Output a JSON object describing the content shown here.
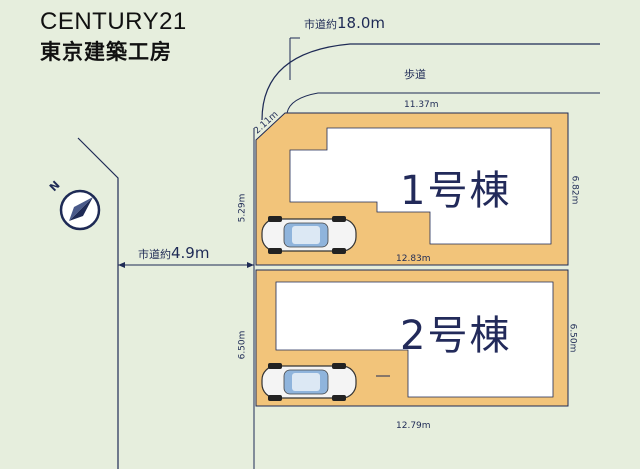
{
  "brand": {
    "line1": "CENTURY21",
    "line2": "東京建築工房"
  },
  "roads": {
    "north": {
      "prefix": "市道約",
      "value": "18.0m"
    },
    "west": {
      "prefix": "市道約",
      "value": "4.9m"
    },
    "sidewalk": "歩道"
  },
  "dimensions": {
    "corner": "2.11m",
    "top": "11.37m",
    "lot1_left": "5.29m",
    "lot1_right": "6.82m",
    "middle": "12.83m",
    "lot2_left": "6.50m",
    "lot2_right": "6.50m",
    "bottom": "12.79m"
  },
  "buildings": {
    "b1": "1号棟",
    "b2": "2号棟"
  },
  "colors": {
    "background": "#e6eedd",
    "lot": "#f2c47a",
    "line": "#1e2a55",
    "building": "#ffffff"
  },
  "icons": [
    "compass-icon",
    "car-icon"
  ]
}
